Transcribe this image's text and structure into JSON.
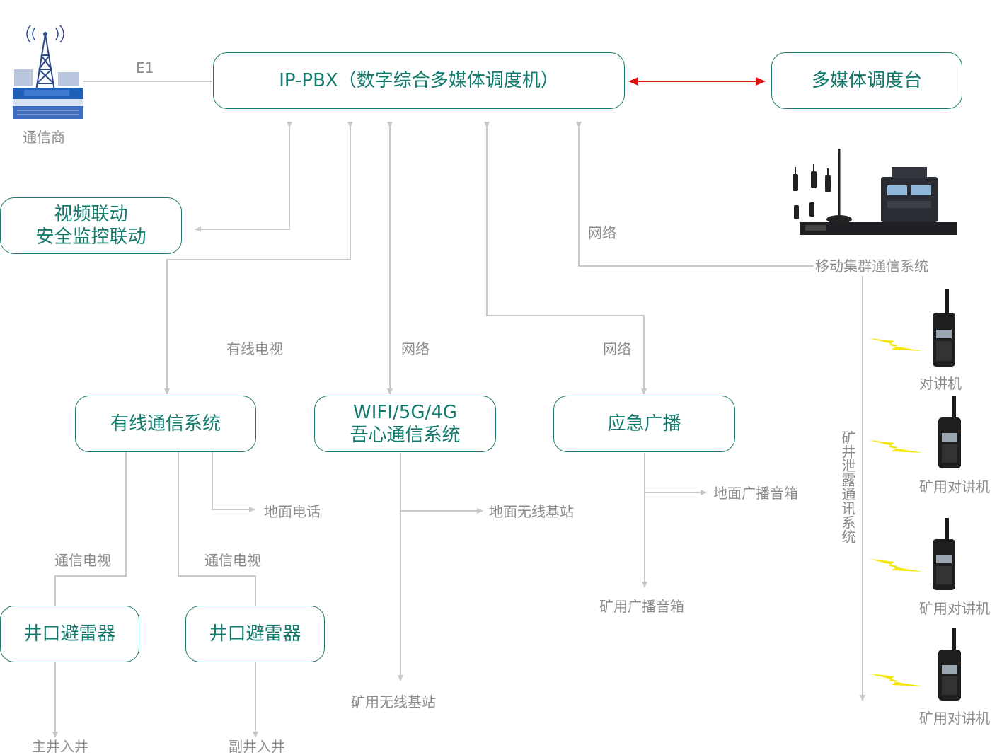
{
  "boxes": {
    "pbx": "IP-PBX（数字综合多媒体调度机）",
    "console": "多媒体调度台",
    "video_line1": "视频联动",
    "video_line2": "安全监控联动",
    "wired": "有线通信系统",
    "wifi_line1": "WIFI/5G/4G",
    "wifi_line2": "吾心通信系统",
    "broadcast": "应急广播",
    "arrester1": "井口避雷器",
    "arrester2": "井口避雷器"
  },
  "labels": {
    "carrier": "通信商",
    "e1": "E1",
    "network_trunk": "网络",
    "trunk_system": "移动集群通信系统",
    "cable_tv": "有线电视",
    "network_wifi": "网络",
    "network_broadcast": "网络",
    "ground_phone": "地面电话",
    "comm_tv1": "通信电视",
    "comm_tv2": "通信电视",
    "ground_wireless": "地面无线基站",
    "mine_wireless": "矿用无线基站",
    "ground_speaker": "地面广播音箱",
    "mine_speaker": "矿用广播音箱",
    "main_shaft": "主井入井",
    "aux_shaft": "副井入井",
    "leaky_system": "矿井泄露通讯系统",
    "radio1": "对讲机",
    "radio2": "矿用对讲机",
    "radio3": "矿用对讲机",
    "radio4": "矿用对讲机"
  },
  "colors": {
    "box_border": "#1e7a6e",
    "box_text": "#127a6c",
    "wire": "#c8c8c8",
    "double_arrow": "#e01010",
    "lightning": "#f5e600"
  },
  "icons": {
    "tower": "cell-tower-icon",
    "trunk": "trunk-radio-equipment-icon",
    "radio": "walkie-talkie-icon",
    "signal": "lightning-signal-icon"
  }
}
